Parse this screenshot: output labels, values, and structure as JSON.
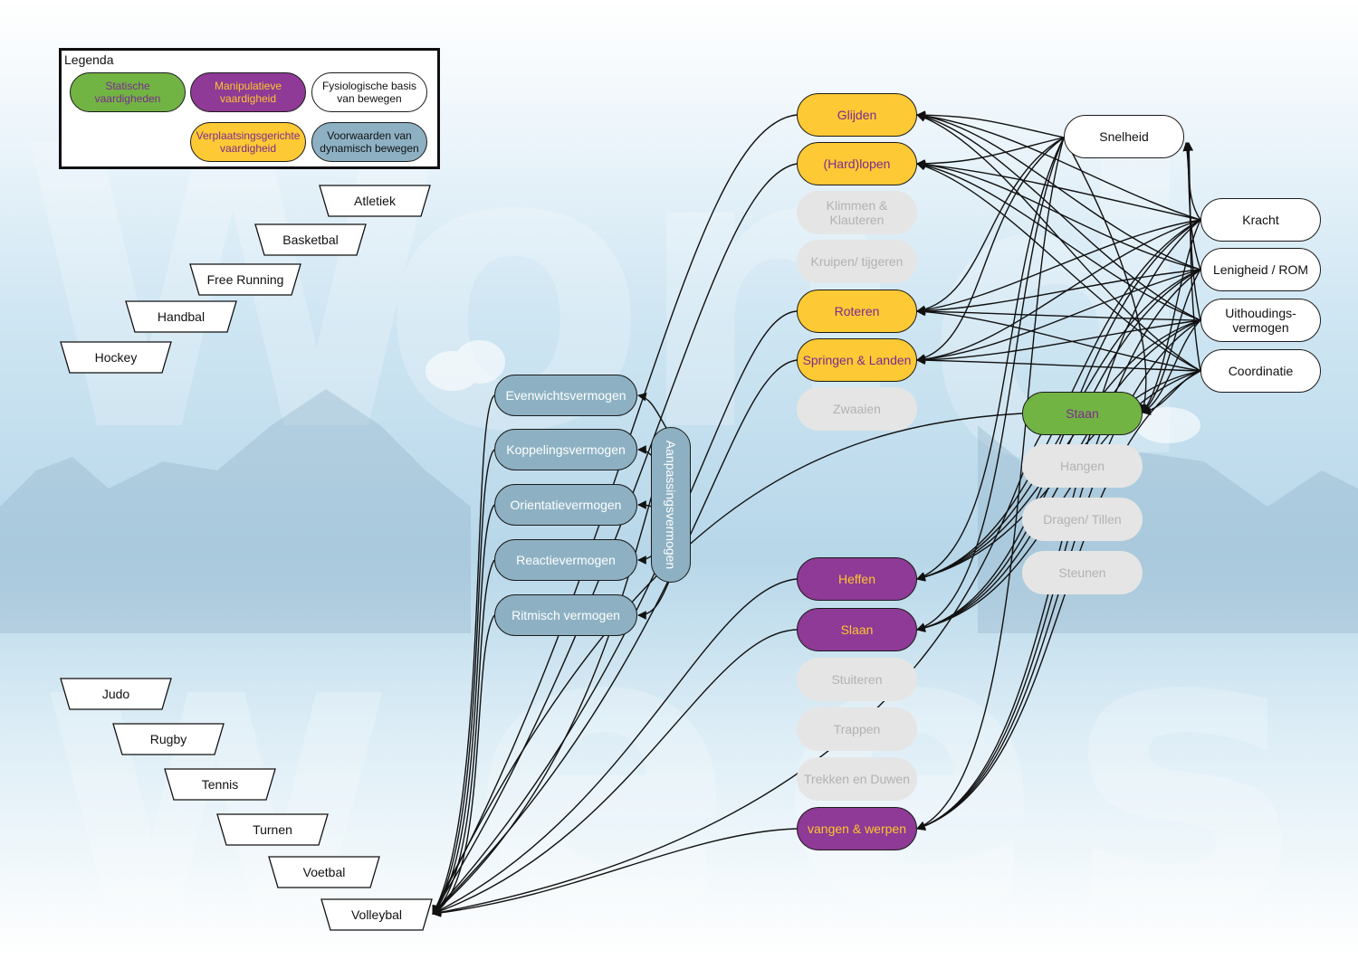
{
  "legend": {
    "title": "Legenda",
    "items": [
      {
        "label_line1": "Statische",
        "label_line2": "vaardigheden",
        "category": "green"
      },
      {
        "label_line1": "Manipulatieve",
        "label_line2": "vaardigheid",
        "category": "purple"
      },
      {
        "label_line1": "Fysiologische basis",
        "label_line2": "van bewegen",
        "category": "white"
      },
      {
        "label_line1": "Verplaatsingsgerichte",
        "label_line2": "vaardigheid",
        "category": "yellow"
      },
      {
        "label_line1": "Voorwaarden van",
        "label_line2": "dynamisch bewegen",
        "category": "blue"
      }
    ]
  },
  "sports": [
    "Atletiek",
    "Basketbal",
    "Free Running",
    "Handbal",
    "Hockey",
    "Judo",
    "Rugby",
    "Tennis",
    "Turnen",
    "Voetbal",
    "Volleybal"
  ],
  "coordination": {
    "title": "Aanpassingsvermogen",
    "items": [
      "Evenwichtsvermogen",
      "Koppelingsvermogen",
      "Orientatievermogen",
      "Reactievermogen",
      "Ritmisch vermogen"
    ]
  },
  "skills": {
    "glijden": "Glijden",
    "hardlopen": "(Hard)lopen",
    "klimmen": "Klimmen & Klauteren",
    "kruipen": "Kruipen/ tijgeren",
    "roteren": "Roteren",
    "springen": "Springen & Landen",
    "zwaaien": "Zwaaien",
    "heffen": "Heffen",
    "slaan": "Slaan",
    "stuiteren": "Stuiteren",
    "trappen": "Trappen",
    "trekken": "Trekken en Duwen",
    "vangen": "vangen & werpen"
  },
  "static_skills": {
    "staan": "Staan",
    "hangen": "Hangen",
    "dragen": "Dragen/ Tillen",
    "steunen": "Steunen"
  },
  "physiology": {
    "snelheid": "Snelheid",
    "kracht": "Kracht",
    "lenigheid": "Lenigheid / ROM",
    "uithouding_line1": "Uithoudings-",
    "uithouding_line2": "vermogen",
    "coordinatie": "Coordinatie"
  },
  "colors": {
    "yellow": "#fdc934",
    "purple": "#8e3a96",
    "green": "#72b443",
    "blue": "#8db1c3",
    "grey": "#e5e5e5",
    "edge": "#111111"
  }
}
